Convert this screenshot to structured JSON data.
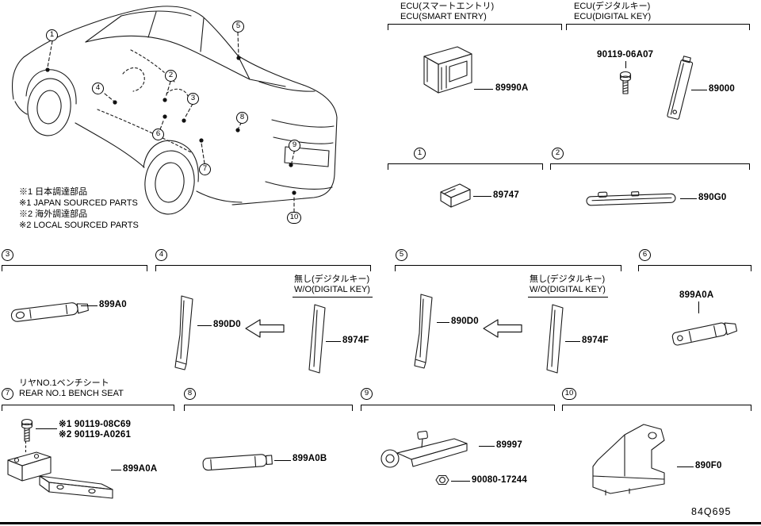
{
  "figure_code": "84Q695",
  "notes": {
    "jp1": "※1 日本調達部品",
    "en1": "※1 JAPAN SOURCED PARTS",
    "jp2": "※2 海外調達部品",
    "en2": "※2 LOCAL SOURCED PARTS"
  },
  "callouts": {
    "c1": "1",
    "c2": "2",
    "c3": "3",
    "c4": "4",
    "c5": "5",
    "c6": "6",
    "c7": "7",
    "c8": "8",
    "c9": "9",
    "c10": "10"
  },
  "ecu_smart_entry": {
    "title_jp": "ECU(スマートエントリ)",
    "title_en": "ECU(SMART ENTRY)",
    "part_number": "89990A"
  },
  "ecu_digital_key": {
    "title_jp": "ECU(デジタルキー)",
    "title_en": "ECU(DIGITAL KEY)",
    "bolt_part_number": "90119-06A07",
    "part_number": "89000"
  },
  "sections": {
    "s1": {
      "num": "1",
      "part_number": "89747"
    },
    "s2": {
      "num": "2",
      "part_number": "890G0"
    },
    "s3": {
      "num": "3",
      "part_number": "899A0"
    },
    "s4": {
      "num": "4",
      "part_number": "890D0",
      "without_jp": "無し(デジタルキー)",
      "without_en": "W/O(DIGITAL KEY)",
      "alt_part_number": "8974F"
    },
    "s5": {
      "num": "5",
      "part_number": "890D0",
      "without_jp": "無し(デジタルキー)",
      "without_en": "W/O(DIGITAL KEY)",
      "alt_part_number": "8974F"
    },
    "s6": {
      "num": "6",
      "part_number": "899A0A"
    },
    "s7": {
      "num": "7",
      "title_jp": "リヤNO.1ベンチシート",
      "title_en": "REAR NO.1 BENCH SEAT",
      "bolt1_part_number": "※1 90119-08C69",
      "bolt2_part_number": "※2 90119-A0261",
      "part_number": "899A0A"
    },
    "s8": {
      "num": "8",
      "part_number": "899A0B"
    },
    "s9": {
      "num": "9",
      "part_number": "89997",
      "nut_part_number": "90080-17244"
    },
    "s10": {
      "num": "10",
      "part_number": "890F0"
    }
  }
}
